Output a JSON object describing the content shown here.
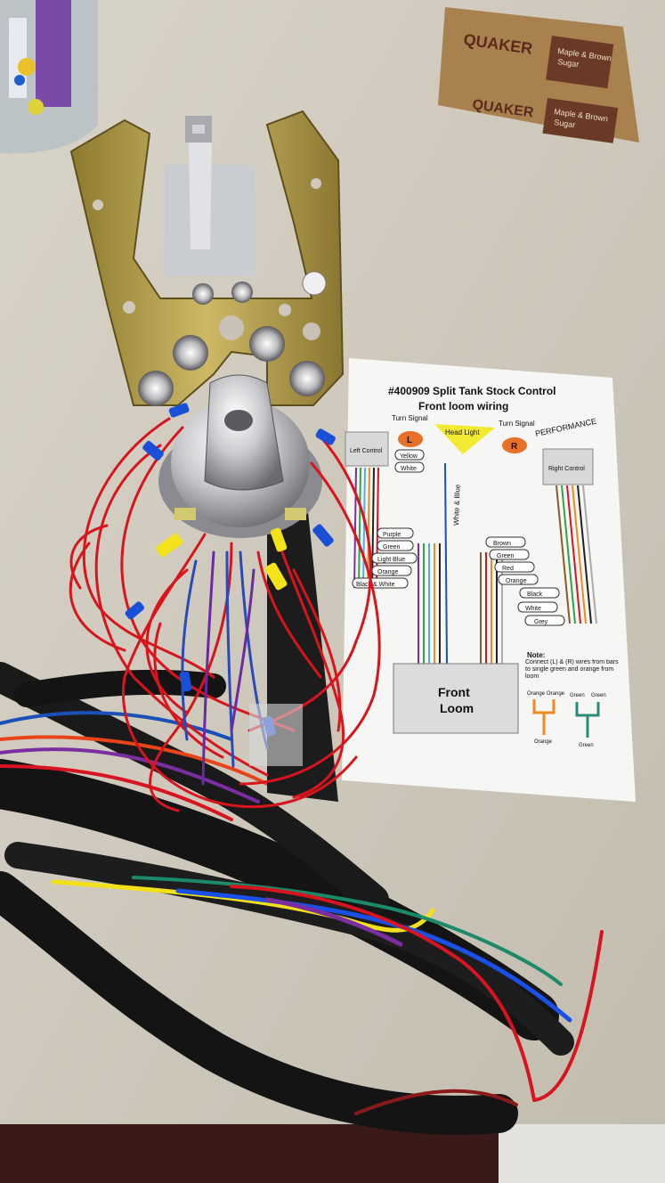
{
  "oats_packet": {
    "brand": "QUAKER",
    "brand_lower": "QUAKER",
    "flavor_lines": [
      "Maple & Brown",
      "Sugar"
    ],
    "flavor_lines_lower": [
      "Maple & Brown",
      "Sugar"
    ]
  },
  "diagram": {
    "title_line1": "#400909 Split Tank Stock Control",
    "title_line2": "Front loom wiring",
    "turn_signal_left": "Turn Signal",
    "turn_signal_right": "Turn Signal",
    "left_marker": "L",
    "right_marker": "R",
    "head_light": "Head Light",
    "left_control": "Left Control",
    "right_control": "Right Control",
    "yellow": "Yellow",
    "white": "White",
    "white_blue": "White & Blue",
    "left_wires": [
      "Purple",
      "Green",
      "Light Blue",
      "Orange",
      "Black & White"
    ],
    "right_wires": [
      "Brown",
      "Green",
      "Red",
      "Orange",
      "Black",
      "White",
      "Grey"
    ],
    "front_loom_line1": "Front",
    "front_loom_line2": "Loom",
    "note_right_title": "Note:",
    "note_right_body": "Connect (L) & (R) wires from bars to single green and orange from loom",
    "splice_labels": [
      "Orange",
      "Orange",
      "Green",
      "Green"
    ],
    "splice_bottom": [
      "Orange",
      "Green"
    ],
    "logo": "PERFORMANCE"
  },
  "colors": {
    "red_wire": "#d8141c",
    "brass": "#b8a04a",
    "chrome": "#e6e6ea",
    "counter": "#cfc9bd",
    "harness": "#141414",
    "paper": "#f6f6f4"
  }
}
